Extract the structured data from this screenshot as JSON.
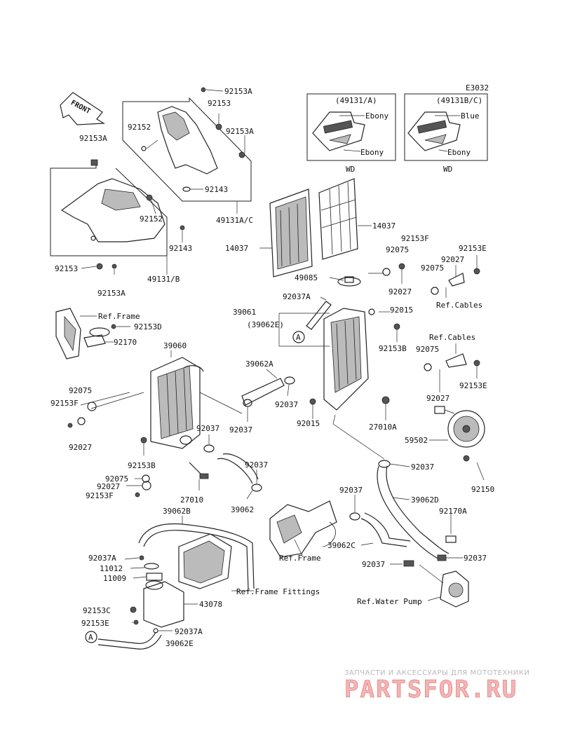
{
  "diagram_code": "E3032",
  "front_label": "FRONT",
  "labels": {
    "l_92153A_top": "92153A",
    "l_92153_top": "92153",
    "l_92152_a": "92152",
    "l_92153A_mid": "92153A",
    "l_92143_a": "92143",
    "l_49131AC": "49131A/C",
    "l_92153A_left": "92153A",
    "l_92152_b": "92152",
    "l_92143_b": "92143",
    "l_92153_bl": "92153",
    "l_49131B": "49131/B",
    "l_92153A_bl": "92153A",
    "l_14037_r": "14037",
    "l_14037_l": "14037",
    "l_92075_a": "92075",
    "l_92153F_a": "92153F",
    "l_92153E_a": "92153E",
    "l_92075_b": "92075",
    "l_92027_a": "92027",
    "l_49085": "49085",
    "l_92027_b": "92027",
    "l_refcables_a": "Ref.Cables",
    "l_92037A_a": "92037A",
    "l_39061": "39061",
    "l_39062E_p": "(39062E)",
    "l_92015_a": "92015",
    "l_92153B_a": "92153B",
    "l_refcables_b": "Ref.Cables",
    "l_92075_c": "92075",
    "l_92153E_b": "92153E",
    "l_refframe_a": "Ref.Frame",
    "l_92153D": "92153D",
    "l_92170": "92170",
    "l_39060": "39060",
    "l_39062A": "39062A",
    "l_92037_a": "92037",
    "l_92015_b": "92015",
    "l_27010A": "27010A",
    "l_92027_c": "92027",
    "l_59502": "59502",
    "l_92150": "92150",
    "l_92075_d": "92075",
    "l_92153F_b": "92153F",
    "l_92027_d": "92027",
    "l_92037_b": "92037",
    "l_92037_c": "92037",
    "l_92153B_b": "92153B",
    "l_92037_d": "92037",
    "l_92037_e": "92037",
    "l_92075_e": "92075",
    "l_92027_e": "92027",
    "l_92153F_c": "92153F",
    "l_27010": "27010",
    "l_39062": "39062",
    "l_92037_f": "92037",
    "l_39062D": "39062D",
    "l_92170A": "92170A",
    "l_39062B": "39062B",
    "l_39062C": "39062C",
    "l_refframe_b": "Ref.Frame",
    "l_92037_g": "92037",
    "l_92037_h": "92037",
    "l_92037A_b": "92037A",
    "l_11012": "11012",
    "l_11009": "11009",
    "l_refframefittings": "Ref.Frame Fittings",
    "l_refwaterpump": "Ref.Water Pump",
    "l_92153C": "92153C",
    "l_43078": "43078",
    "l_92153E_c": "92153E",
    "l_92037A_c": "92037A",
    "l_39062E": "39062E",
    "marker_a1": "A",
    "marker_a2": "A"
  },
  "insets": [
    {
      "part": "(49131/A)",
      "top_label": "Ebony",
      "bottom_label": "Ebony",
      "caption": "WD"
    },
    {
      "part": "(49131B/C)",
      "top_label": "Blue",
      "bottom_label": "Ebony",
      "caption": "WD"
    }
  ],
  "watermark": {
    "top_text": "ЗАПЧАСТИ И АКСЕССУАРЫ ДЛЯ МОТОТЕХНИКИ",
    "logo_text": "PARTSFOR.RU"
  },
  "colors": {
    "line": "#222222",
    "watermark_red": "#e06a6a",
    "watermark_gray": "#b9b9b9"
  }
}
